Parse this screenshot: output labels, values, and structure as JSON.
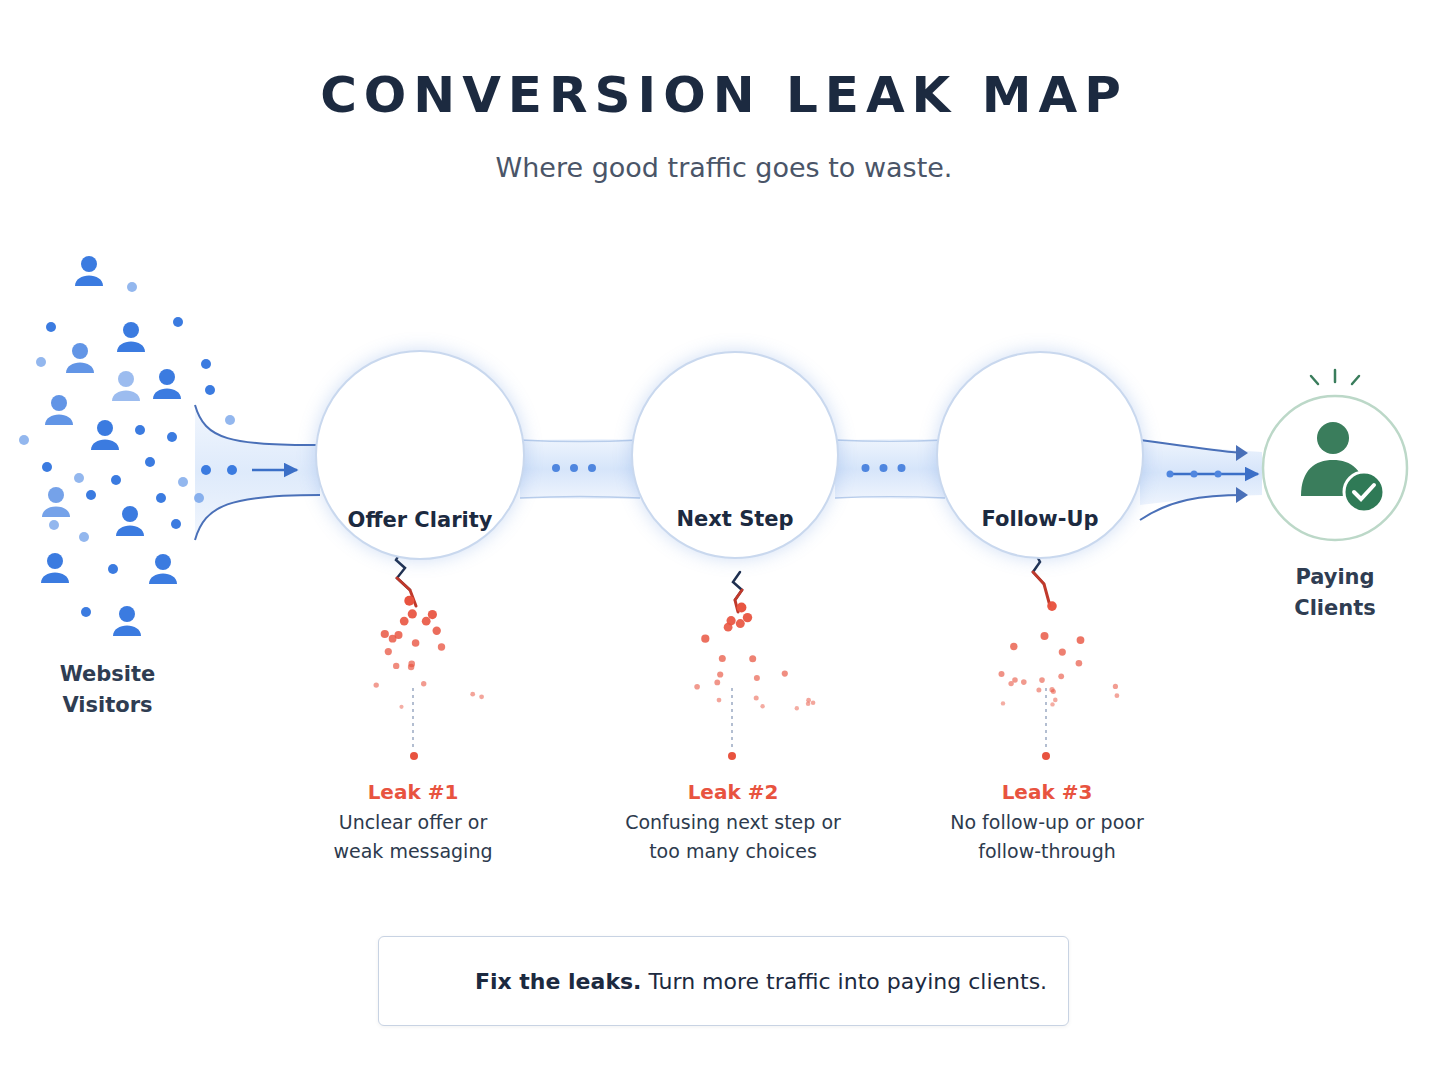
{
  "diagram": {
    "title": "CONVERSION LEAK MAP",
    "caption": "Where good traffic goes to waste.",
    "nodes": [
      {
        "text": [
          "Website Visitors"
        ]
      },
      {
        "text": [
          "Offer Clarity"
        ]
      },
      {
        "text": [
          "Next Step"
        ]
      },
      {
        "text": [
          "Follow-Up"
        ]
      },
      {
        "text": [
          "Paying Clients"
        ]
      },
      {
        "text": [
          "Fix the leaks.",
          "Turn more traffic into paying clients."
        ]
      }
    ],
    "edges": [
      {
        "from": 0,
        "to": 1,
        "arrow": "to"
      },
      {
        "from": 1,
        "to": 2,
        "arrow": "none"
      },
      {
        "from": 2,
        "to": 3,
        "arrow": "none"
      },
      {
        "from": 3,
        "to": 4,
        "arrow": "to"
      }
    ],
    "labels": [
      "Leak #1",
      "Unclear offer or weak messaging",
      "Leak #2",
      "Confusing next step or too many choices",
      "Leak #3",
      "No follow-up or poor follow-through"
    ]
  }
}
